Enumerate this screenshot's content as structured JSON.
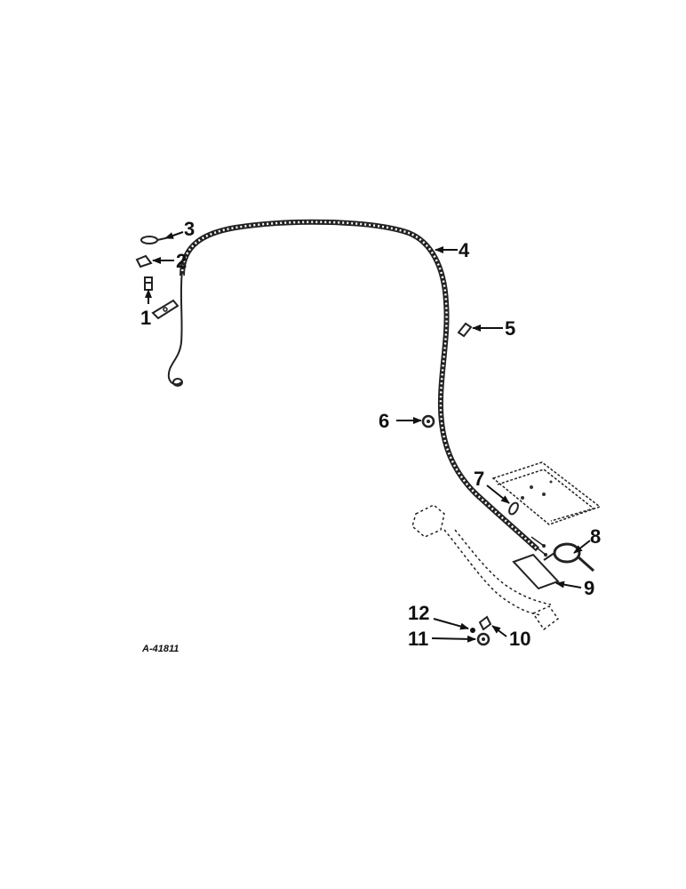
{
  "diagram": {
    "figure_id": "A-41811",
    "callouts": {
      "c1": "1",
      "c2": "2",
      "c3": "3",
      "c4": "4",
      "c5": "5",
      "c6": "6",
      "c7": "7",
      "c8": "8",
      "c9": "9",
      "c10": "10",
      "c11": "11",
      "c12": "12"
    }
  }
}
